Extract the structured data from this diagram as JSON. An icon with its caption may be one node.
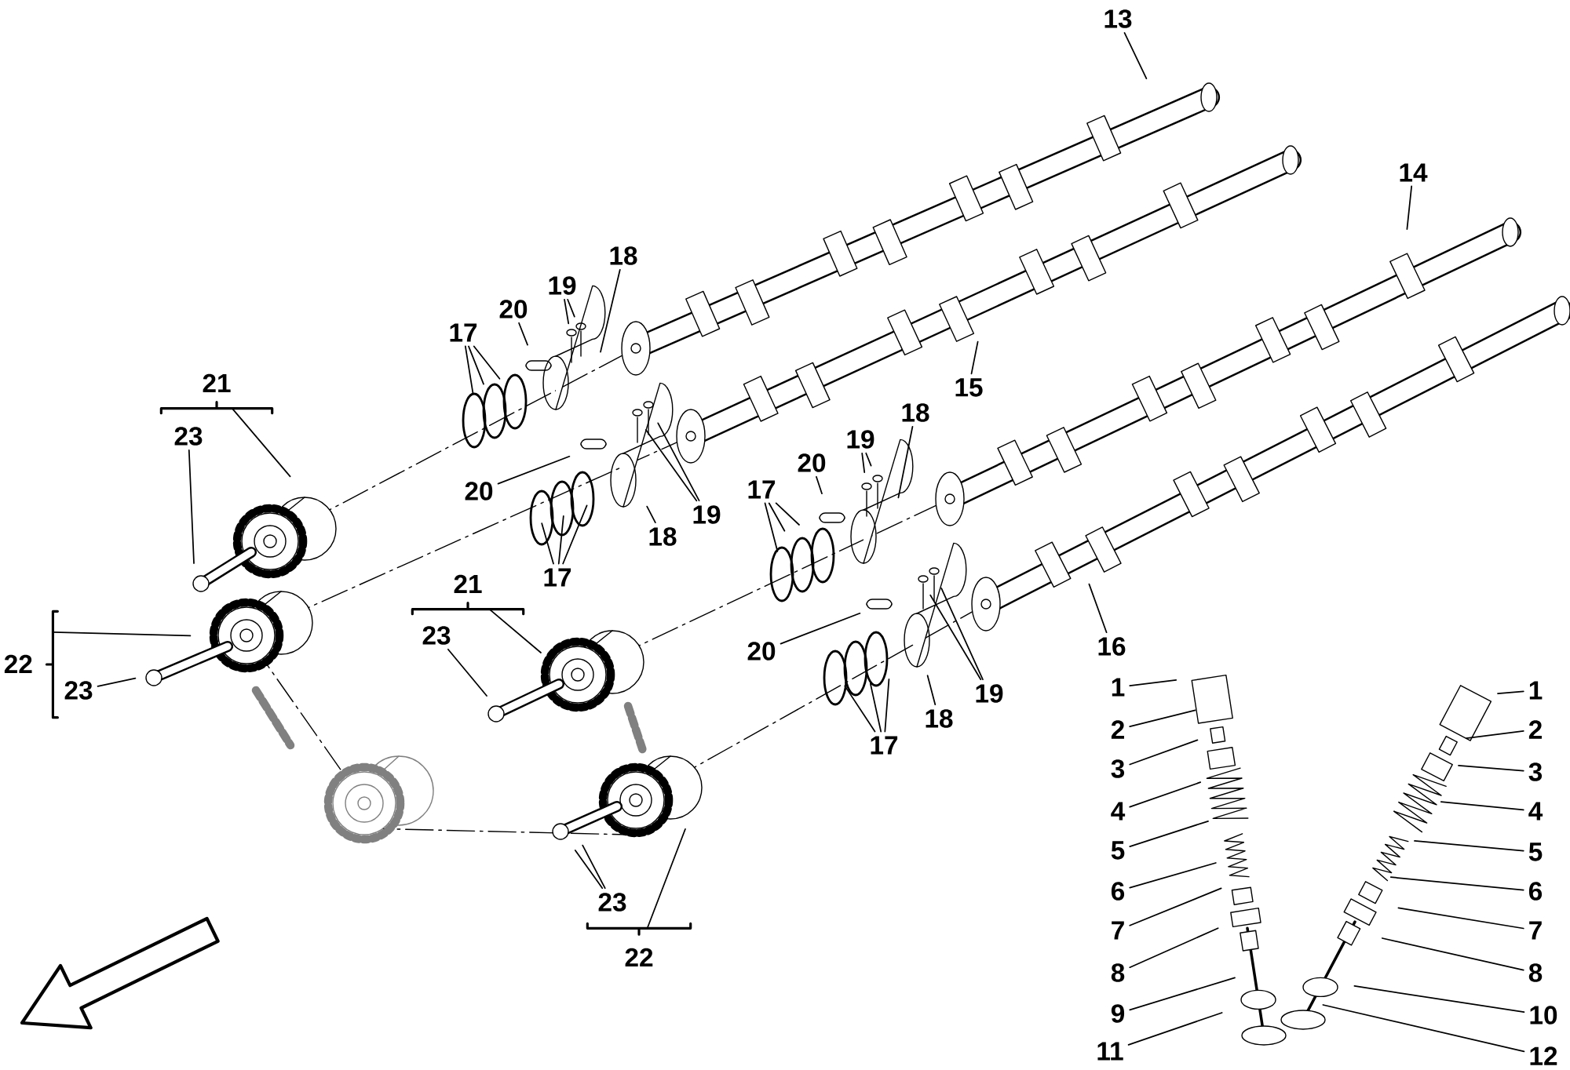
{
  "diagram": {
    "nodes": [
      {
        "text": [
          "13"
        ]
      },
      {
        "text": [
          "14"
        ]
      },
      {
        "text": [
          "15"
        ]
      },
      {
        "text": [
          "16"
        ]
      },
      {
        "text": [
          "17"
        ]
      },
      {
        "text": [
          "20"
        ]
      },
      {
        "text": [
          "19"
        ]
      },
      {
        "text": [
          "18"
        ]
      },
      {
        "text": [
          "21"
        ]
      },
      {
        "text": [
          "23"
        ]
      },
      {
        "text": [
          "22"
        ]
      },
      {
        "text": [
          "23"
        ]
      },
      {
        "text": [
          "20"
        ]
      },
      {
        "text": [
          "19"
        ]
      },
      {
        "text": [
          "18"
        ]
      },
      {
        "text": [
          "17"
        ]
      },
      {
        "text": [
          "21"
        ]
      },
      {
        "text": [
          "23"
        ]
      },
      {
        "text": [
          "20"
        ]
      },
      {
        "text": [
          "19"
        ]
      },
      {
        "text": [
          "18"
        ]
      },
      {
        "text": [
          "17"
        ]
      },
      {
        "text": [
          "20"
        ]
      },
      {
        "text": [
          "19"
        ]
      },
      {
        "text": [
          "18"
        ]
      },
      {
        "text": [
          "17"
        ]
      },
      {
        "text": [
          "23"
        ]
      },
      {
        "text": [
          "22"
        ]
      },
      {
        "text": [
          "1"
        ]
      },
      {
        "text": [
          "2"
        ]
      },
      {
        "text": [
          "3"
        ]
      },
      {
        "text": [
          "4"
        ]
      },
      {
        "text": [
          "5"
        ]
      },
      {
        "text": [
          "6"
        ]
      },
      {
        "text": [
          "7"
        ]
      },
      {
        "text": [
          "8"
        ]
      },
      {
        "text": [
          "9"
        ]
      },
      {
        "text": [
          "11"
        ]
      },
      {
        "text": [
          "1"
        ]
      },
      {
        "text": [
          "2"
        ]
      },
      {
        "text": [
          "3"
        ]
      },
      {
        "text": [
          "4"
        ]
      },
      {
        "text": [
          "5"
        ]
      },
      {
        "text": [
          "6"
        ]
      },
      {
        "text": [
          "7"
        ]
      },
      {
        "text": [
          "8"
        ]
      },
      {
        "text": [
          "10"
        ]
      },
      {
        "text": [
          "12"
        ]
      }
    ],
    "edges": [
      {
        "from": 0,
        "to": null,
        "arrow": "none"
      },
      {
        "from": 1,
        "to": null,
        "arrow": "none"
      },
      {
        "from": 2,
        "to": null,
        "arrow": "none"
      },
      {
        "from": 3,
        "to": null,
        "arrow": "none"
      },
      {
        "from": 4,
        "to": null,
        "arrow": "none"
      },
      {
        "from": 4,
        "to": null,
        "arrow": "none"
      },
      {
        "from": 4,
        "to": null,
        "arrow": "none"
      },
      {
        "from": 5,
        "to": null,
        "arrow": "none"
      },
      {
        "from": 6,
        "to": null,
        "arrow": "none"
      },
      {
        "from": 6,
        "to": null,
        "arrow": "none"
      },
      {
        "from": 7,
        "to": null,
        "arrow": "none"
      },
      {
        "from": 8,
        "to": null,
        "arrow": "none"
      },
      {
        "from": 9,
        "to": null,
        "arrow": "none"
      },
      {
        "from": 10,
        "to": null,
        "arrow": "none"
      },
      {
        "from": 11,
        "to": null,
        "arrow": "none"
      },
      {
        "from": 12,
        "to": null,
        "arrow": "none"
      },
      {
        "from": 13,
        "to": null,
        "arrow": "none"
      },
      {
        "from": 13,
        "to": null,
        "arrow": "none"
      },
      {
        "from": 14,
        "to": null,
        "arrow": "none"
      },
      {
        "from": 15,
        "to": null,
        "arrow": "none"
      },
      {
        "from": 15,
        "to": null,
        "arrow": "none"
      },
      {
        "from": 15,
        "to": null,
        "arrow": "none"
      },
      {
        "from": 16,
        "to": null,
        "arrow": "none"
      },
      {
        "from": 17,
        "to": null,
        "arrow": "none"
      },
      {
        "from": 18,
        "to": null,
        "arrow": "none"
      },
      {
        "from": 19,
        "to": null,
        "arrow": "none"
      },
      {
        "from": 19,
        "to": null,
        "arrow": "none"
      },
      {
        "from": 20,
        "to": null,
        "arrow": "none"
      },
      {
        "from": 21,
        "to": null,
        "arrow": "none"
      },
      {
        "from": 21,
        "to": null,
        "arrow": "none"
      },
      {
        "from": 21,
        "to": null,
        "arrow": "none"
      },
      {
        "from": 22,
        "to": null,
        "arrow": "none"
      },
      {
        "from": 23,
        "to": null,
        "arrow": "none"
      },
      {
        "from": 23,
        "to": null,
        "arrow": "none"
      },
      {
        "from": 24,
        "to": null,
        "arrow": "none"
      },
      {
        "from": 25,
        "to": null,
        "arrow": "none"
      },
      {
        "from": 25,
        "to": null,
        "arrow": "none"
      },
      {
        "from": 25,
        "to": null,
        "arrow": "none"
      },
      {
        "from": 26,
        "to": null,
        "arrow": "none"
      },
      {
        "from": 26,
        "to": null,
        "arrow": "none"
      },
      {
        "from": 27,
        "to": null,
        "arrow": "none"
      },
      {
        "from": 28,
        "to": null,
        "arrow": "none"
      },
      {
        "from": 29,
        "to": null,
        "arrow": "none"
      },
      {
        "from": 30,
        "to": null,
        "arrow": "none"
      },
      {
        "from": 31,
        "to": null,
        "arrow": "none"
      },
      {
        "from": 32,
        "to": null,
        "arrow": "none"
      },
      {
        "from": 33,
        "to": null,
        "arrow": "none"
      },
      {
        "from": 34,
        "to": null,
        "arrow": "none"
      },
      {
        "from": 35,
        "to": null,
        "arrow": "none"
      },
      {
        "from": 36,
        "to": null,
        "arrow": "none"
      },
      {
        "from": 37,
        "to": null,
        "arrow": "none"
      },
      {
        "from": 38,
        "to": null,
        "arrow": "none"
      },
      {
        "from": 39,
        "to": null,
        "arrow": "none"
      },
      {
        "from": 40,
        "to": null,
        "arrow": "none"
      },
      {
        "from": 41,
        "to": null,
        "arrow": "none"
      },
      {
        "from": 42,
        "to": null,
        "arrow": "none"
      },
      {
        "from": 43,
        "to": null,
        "arrow": "none"
      },
      {
        "from": 44,
        "to": null,
        "arrow": "none"
      },
      {
        "from": 45,
        "to": null,
        "arrow": "none"
      },
      {
        "from": 46,
        "to": null,
        "arrow": "none"
      },
      {
        "from": 47,
        "to": null,
        "arrow": "none"
      }
    ]
  }
}
